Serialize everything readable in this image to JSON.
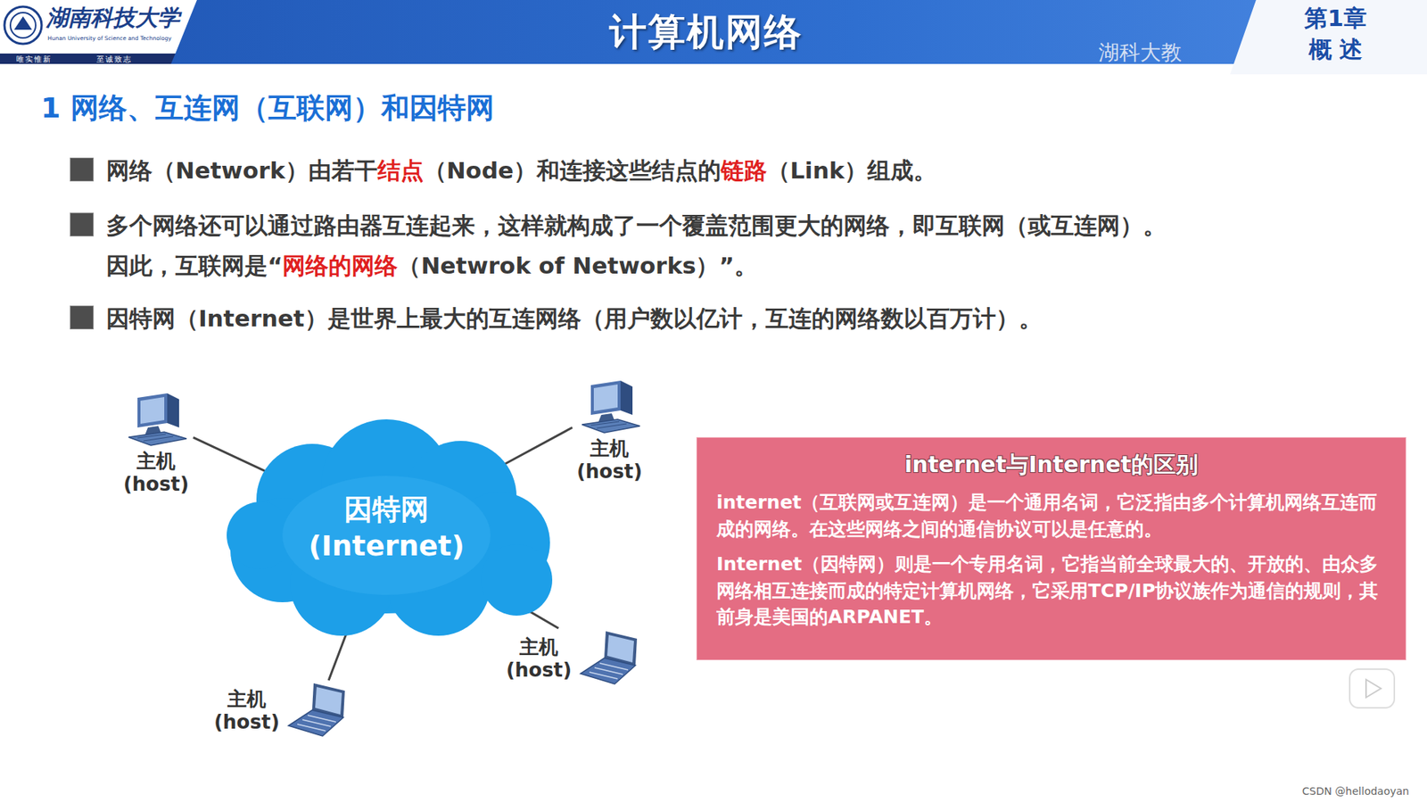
{
  "diagram": {
    "title": "计算机网络",
    "nodes": [
      {
        "text": [
          "主机 (host)"
        ]
      },
      {
        "text": [
          "主机 (host)"
        ]
      },
      {
        "text": [
          "因特网 (Internet)"
        ]
      },
      {
        "text": [
          "主机 (host)"
        ]
      },
      {
        "text": [
          "主机 (host)"
        ]
      },
      {
        "text": [
          "internet与Internet的区别",
          "internet（互联网或互连网）是一个通用名词，它泛指由多个计算机网络互连而成的网络。在这些网络之间的通信协议可以是任意的。",
          "Internet（因特网）则是一个专用名词，它指当前全球最大的、开放的、由众多网络相互连接而成的特定计算机网络，它采用TCP/IP协议族作为通信的规则，其前身是美国的ARPANET。"
        ]
      }
    ],
    "edges": [
      {
        "from": 2,
        "to": 0,
        "arrow": "none"
      },
      {
        "from": 2,
        "to": 1,
        "arrow": "none"
      },
      {
        "from": 2,
        "to": 3,
        "arrow": "none"
      },
      {
        "from": 2,
        "to": 4,
        "arrow": "none"
      }
    ],
    "labels": [
      "湖南科技大学",
      "Hunan University of Science and Technology",
      "唯实惟新",
      "至诚致志",
      "湖科大教",
      "第1章",
      "概 述",
      "1 网络、互连网（互联网）和因特网",
      "网络（Network）由若干",
      "结点",
      "（Node）和连接这些结点的",
      "链路",
      "（Link）组成。",
      "多个网络还可以通过路由器互连起来，这样就构成了一个覆盖范围更大的网络，即互联网（或互连网）。",
      "因此，互联网是“",
      "网络的网络",
      "（Netwrok of Networks）”。",
      "因特网（Internet）是世界上最大的互连网络（用户数以亿计，互连的网络数以百万计）。",
      "CSDN @hellodaoyan"
    ]
  }
}
